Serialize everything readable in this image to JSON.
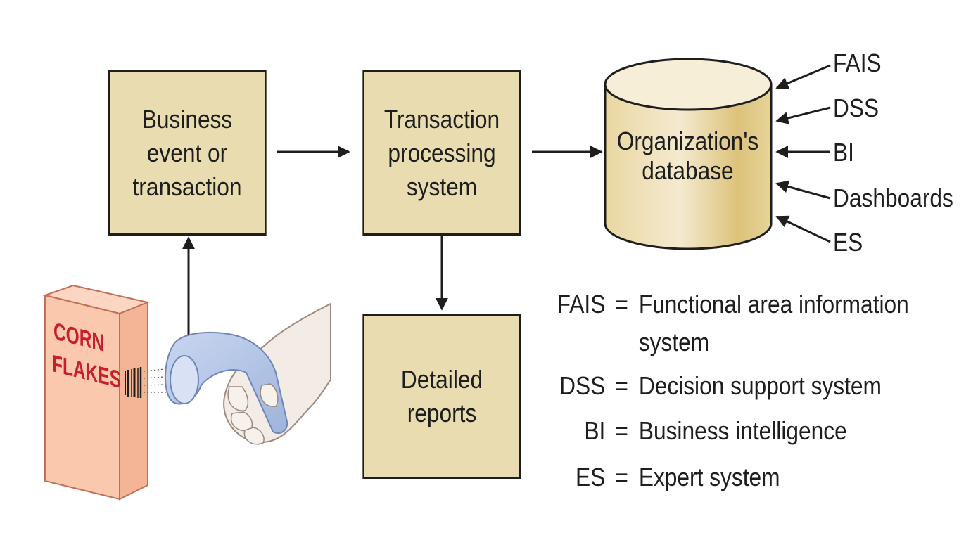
{
  "diagram": {
    "nodes": {
      "business_event": [
        "Business",
        "event or",
        "transaction"
      ],
      "tps": [
        "Transaction",
        "processing",
        "system"
      ],
      "database": [
        "Organization's",
        "database"
      ],
      "reports": [
        "Detailed",
        "reports"
      ]
    },
    "inputs": [
      "FAIS",
      "DSS",
      "BI",
      "Dashboards",
      "ES"
    ],
    "legend": [
      {
        "abbr": "FAIS",
        "eq": "=",
        "definition": "Functional area information",
        "definition_cont": "system"
      },
      {
        "abbr": "DSS",
        "eq": "=",
        "definition": "Decision support system"
      },
      {
        "abbr": "BI",
        "eq": "=",
        "definition": "Business intelligence"
      },
      {
        "abbr": "ES",
        "eq": "=",
        "definition": "Expert system"
      }
    ],
    "product_box": {
      "line1": "CORN",
      "line2": "FLAKES"
    },
    "colors": {
      "box_fill": "#e8dcb0",
      "cylinder_fill": "#e6d49a",
      "outline": "#1e1e1e",
      "cereal_box": "#f8c4a8",
      "cereal_text": "#c8202a",
      "scanner": "#b8c8e6"
    }
  }
}
